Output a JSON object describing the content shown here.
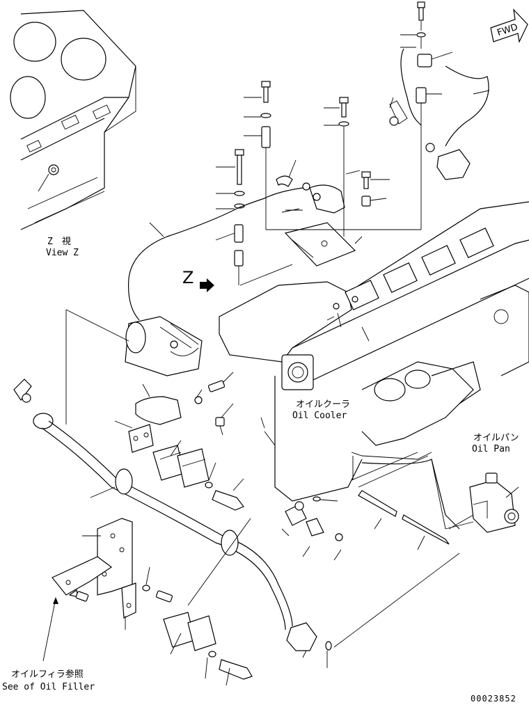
{
  "diagram": {
    "direction_badge": "FWD",
    "view_label_jp": "Z　視",
    "view_label_en": "View Z",
    "view_marker": "Z",
    "oil_cooler_jp": "オイルクーラ",
    "oil_cooler_en": "Oil Cooler",
    "oil_pan_jp": "オイルパン",
    "oil_pan_en": "Oil Pan",
    "oil_filler_jp": "オイルフィラ参照",
    "oil_filler_en": "See of Oil Filler",
    "drawing_number": "00023852"
  }
}
